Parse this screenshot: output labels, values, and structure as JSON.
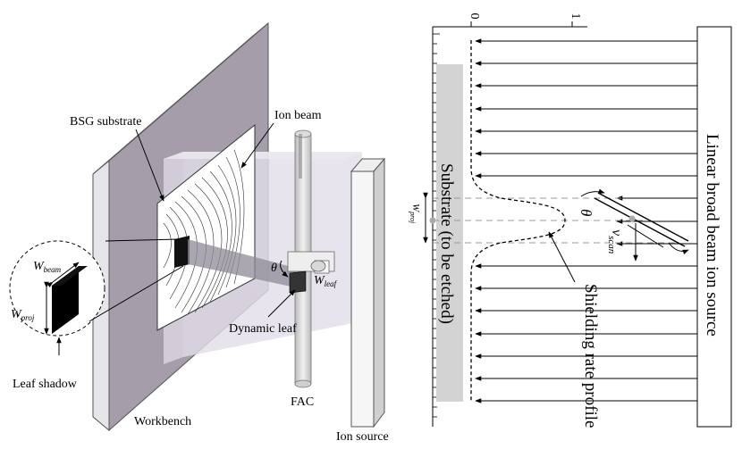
{
  "left_figure": {
    "labels": {
      "bsg_substrate": "BSG substrate",
      "ion_beam": "Ion beam",
      "dynamic_leaf": "Dynamic leaf",
      "fac": "FAC",
      "ion_source": "Ion source",
      "workbench": "Workbench",
      "leaf_shadow": "Leaf shadow",
      "theta": "θ",
      "w_beam_main": "W",
      "w_beam_sub": "beam",
      "w_proj_main": "W",
      "w_proj_sub": "proj",
      "w_leaf_main": "W",
      "w_leaf_sub": "leaf"
    }
  },
  "right_figure": {
    "axis_ticks": [
      "0",
      "1"
    ],
    "labels": {
      "source": "Linear broad beam ion source",
      "substrate": "Substrate (to be etched)",
      "profile": "Shielding rate profile",
      "theta": "θ",
      "v_main": "v",
      "v_sub": "scan",
      "w_proj_main": "W",
      "w_proj_sub": "proj"
    }
  },
  "colors": {
    "plate": "#a59eaa",
    "plate_side": "#c9c5cc",
    "beam": "#dcd6e3",
    "substrate_gray": "#d3d3d3"
  }
}
